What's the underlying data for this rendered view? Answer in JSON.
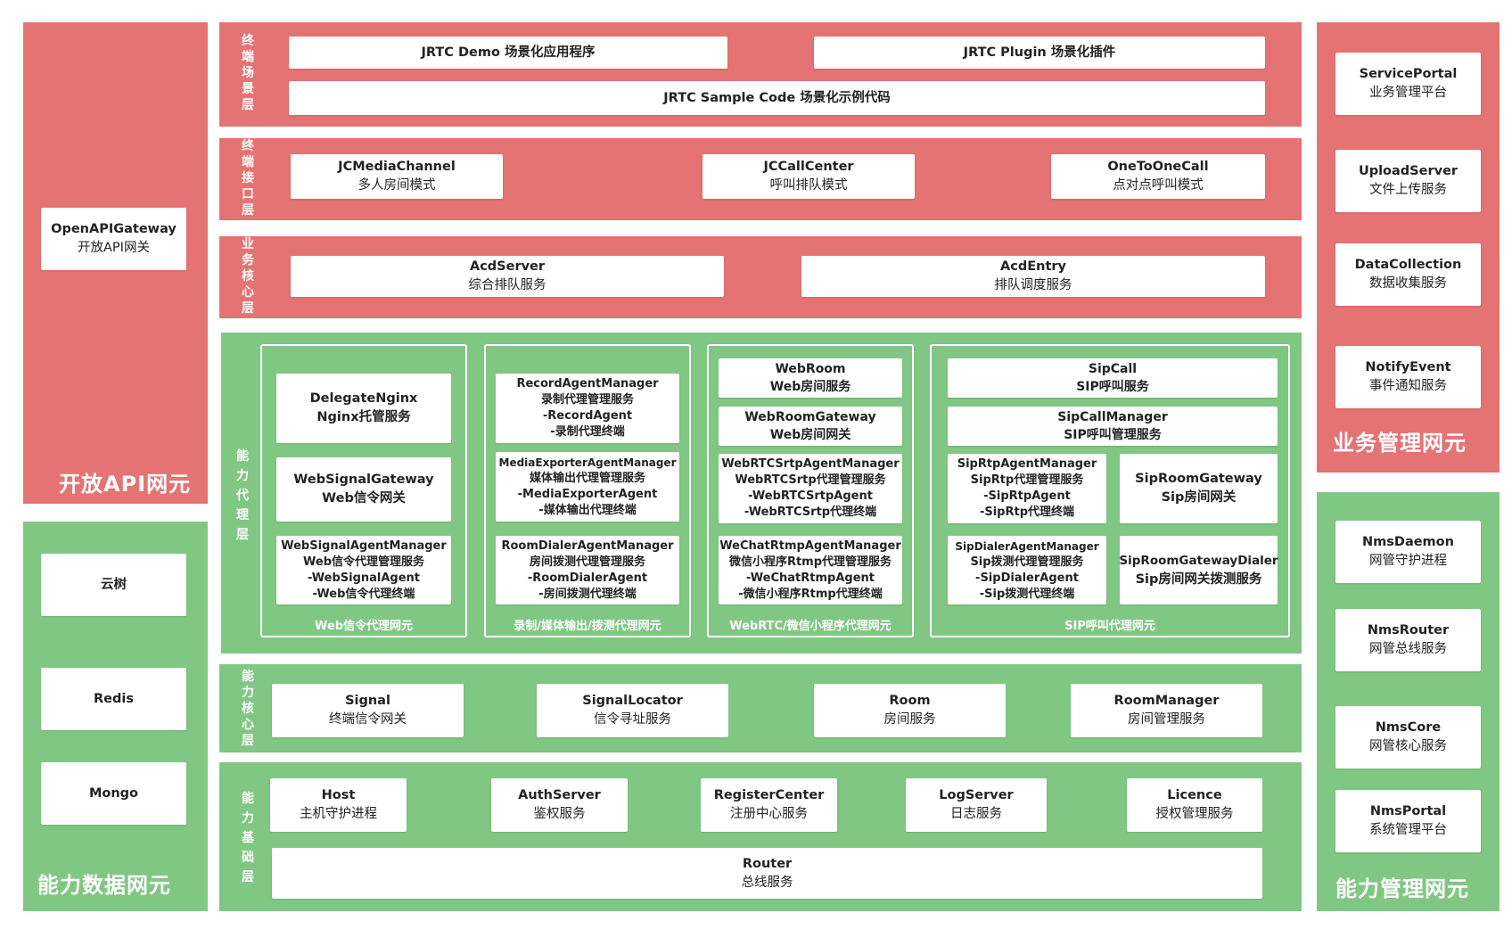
{
  "zones": {
    "open_api": {
      "label": "开放API网元",
      "items": [
        {
          "line1": "OpenAPIGateway",
          "line2": "开放API网关"
        }
      ]
    },
    "data": {
      "label": "能力数据网元",
      "items": [
        {
          "line1": "云树"
        },
        {
          "line1": "Redis"
        },
        {
          "line1": "Mongo"
        }
      ]
    },
    "biz_mgmt": {
      "label": "业务管理网元",
      "items": [
        {
          "line1": "ServicePortal",
          "line2": "业务管理平台"
        },
        {
          "line1": "UploadServer",
          "line2": "文件上传服务"
        },
        {
          "line1": "DataCollection",
          "line2": "数据收集服务"
        },
        {
          "line1": "NotifyEvent",
          "line2": "事件通知服务"
        }
      ]
    },
    "cap_mgmt": {
      "label": "能力管理网元",
      "items": [
        {
          "line1": "NmsDaemon",
          "line2": "网管守护进程"
        },
        {
          "line1": "NmsRouter",
          "line2": "网管总线服务"
        },
        {
          "line1": "NmsCore",
          "line2": "网管核心服务"
        },
        {
          "line1": "NmsPortal",
          "line2": "系统管理平台"
        }
      ]
    }
  },
  "layers": {
    "scene": {
      "label": "终端场景层",
      "items": [
        {
          "line1": "JRTC Demo 场景化应用程序"
        },
        {
          "line1": "JRTC Plugin 场景化插件"
        },
        {
          "line1": "JRTC Sample Code 场景化示例代码"
        }
      ]
    },
    "interface": {
      "label": "终端接口层",
      "items": [
        {
          "line1": "JCMediaChannel",
          "line2": "多人房间模式"
        },
        {
          "line1": "JCCallCenter",
          "line2": "呼叫排队模式"
        },
        {
          "line1": "OneToOneCall",
          "line2": "点对点呼叫模式"
        }
      ]
    },
    "biz_core": {
      "label": "业务核心层",
      "items": [
        {
          "line1": "AcdServer",
          "line2": "综合排队服务"
        },
        {
          "line1": "AcdEntry",
          "line2": "排队调度服务"
        }
      ]
    },
    "proxy": {
      "label": "能力代理层",
      "groups": [
        {
          "label": "Web信令代理网元",
          "items": [
            {
              "lines": [
                "DelegateNginx",
                "Nginx托管服务"
              ]
            },
            {
              "lines": [
                "WebSignalGateway",
                "Web信令网关"
              ]
            },
            {
              "lines": [
                "WebSignalAgentManager",
                "Web信令代理管理服务",
                "-WebSignalAgent",
                "-Web信令代理终端"
              ]
            }
          ]
        },
        {
          "label": "录制/媒体输出/拨测代理网元",
          "items": [
            {
              "lines": [
                "RecordAgentManager",
                "录制代理管理服务",
                "-RecordAgent",
                "-录制代理终端"
              ]
            },
            {
              "lines": [
                "MediaExporterAgentManager",
                "媒体输出代理管理服务",
                "-MediaExporterAgent",
                "-媒体输出代理终端"
              ]
            },
            {
              "lines": [
                "RoomDialerAgentManager",
                "房间拨测代理管理服务",
                "-RoomDialerAgent",
                "-房间拨测代理终端"
              ]
            }
          ]
        },
        {
          "label": "WebRTC/微信小程序代理网元",
          "items": [
            {
              "lines": [
                "WebRoom",
                "Web房间服务"
              ]
            },
            {
              "lines": [
                "WebRoomGateway",
                "Web房间网关"
              ]
            },
            {
              "lines": [
                "WebRTCSrtpAgentManager",
                "WebRTCSrtp代理管理服务",
                "-WebRTCSrtpAgent",
                "-WebRTCSrtp代理终端"
              ]
            },
            {
              "lines": [
                "WeChatRtmpAgentManager",
                "微信小程序Rtmp代理管理服务",
                "-WeChatRtmpAgent",
                "-微信小程序Rtmp代理终端"
              ]
            }
          ]
        },
        {
          "label": "SIP呼叫代理网元",
          "items": [
            {
              "lines": [
                "SipCall",
                "SIP呼叫服务"
              ]
            },
            {
              "lines": [
                "SipCallManager",
                "SIP呼叫管理服务"
              ]
            },
            {
              "lines": [
                "SipRtpAgentManager",
                "SipRtp代理管理服务",
                "-SipRtpAgent",
                "-SipRtp代理终端"
              ]
            },
            {
              "lines": [
                "SipRoomGateway",
                "Sip房间网关"
              ]
            },
            {
              "lines": [
                "SipDialerAgentManager",
                "Sip拨测代理管理服务",
                "-SipDialerAgent",
                "-Sip拨测代理终端"
              ]
            },
            {
              "lines": [
                "SipRoomGatewayDialer",
                "Sip房间网关拨测服务"
              ]
            }
          ]
        }
      ]
    },
    "cap_core": {
      "label": "能力核心层",
      "items": [
        {
          "line1": "Signal",
          "line2": "终端信令网关"
        },
        {
          "line1": "SignalLocator",
          "line2": "信令寻址服务"
        },
        {
          "line1": "Room",
          "line2": "房间服务"
        },
        {
          "line1": "RoomManager",
          "line2": "房间管理服务"
        }
      ]
    },
    "cap_base": {
      "label": "能力基础层",
      "items": [
        {
          "line1": "Host",
          "line2": "主机守护进程"
        },
        {
          "line1": "AuthServer",
          "line2": "鉴权服务"
        },
        {
          "line1": "RegisterCenter",
          "line2": "注册中心服务"
        },
        {
          "line1": "LogServer",
          "line2": "日志服务"
        },
        {
          "line1": "Licence",
          "line2": "授权管理服务"
        },
        {
          "line1": "Router",
          "line2": "总线服务"
        }
      ]
    }
  },
  "colors": {
    "red": "#e57373",
    "green": "#81c784",
    "box": "#ffffff"
  }
}
